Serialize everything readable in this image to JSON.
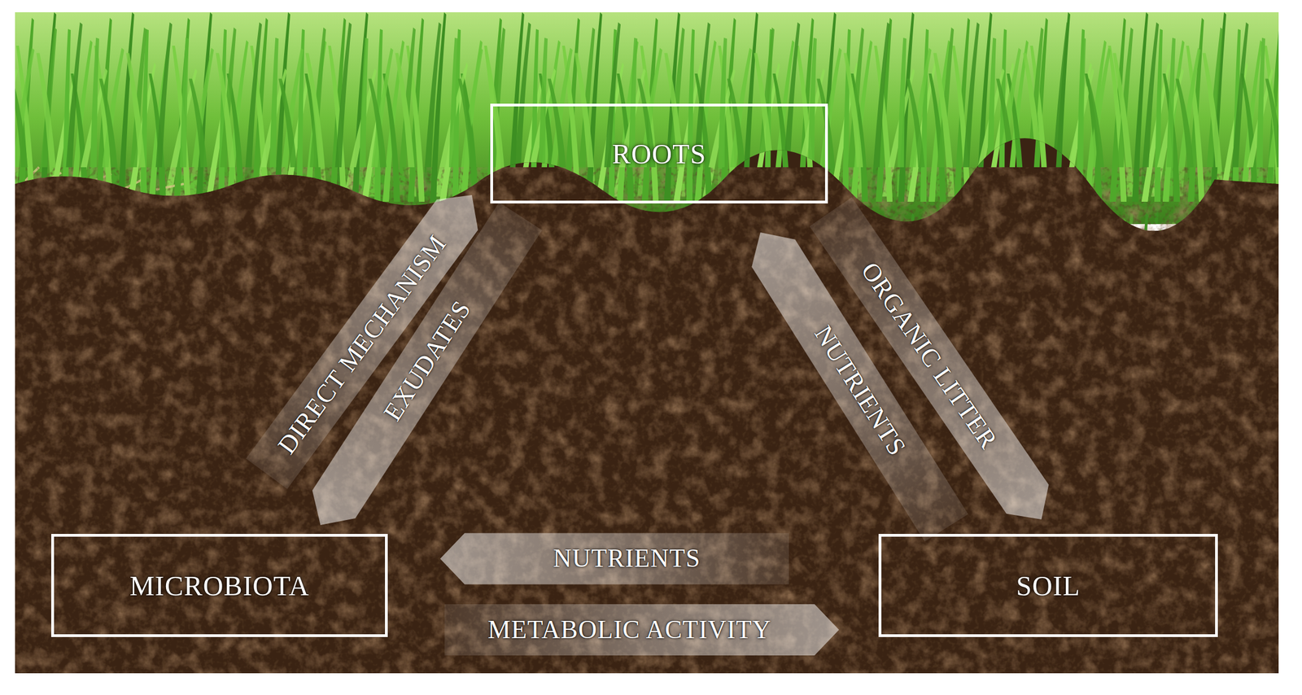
{
  "diagram": {
    "nodes": [
      {
        "text": [
          "ROOTS"
        ]
      },
      {
        "text": [
          "MICROBIOTA"
        ]
      },
      {
        "text": [
          "SOIL"
        ]
      }
    ],
    "edges": [
      {
        "from": 1,
        "to": 0,
        "label": "DIRECT MECHANISM",
        "arrow": "to"
      },
      {
        "from": 0,
        "to": 1,
        "label": "EXUDATES",
        "arrow": "to"
      },
      {
        "from": 2,
        "to": 0,
        "label": "NUTRIENTS",
        "arrow": "to"
      },
      {
        "from": 0,
        "to": 2,
        "label": "ORGANIC LITTER",
        "arrow": "to"
      },
      {
        "from": 2,
        "to": 1,
        "label": "NUTRIENTS",
        "arrow": "to"
      },
      {
        "from": 1,
        "to": 2,
        "label": "METABOLIC ACTIVITY",
        "arrow": "to"
      }
    ]
  }
}
